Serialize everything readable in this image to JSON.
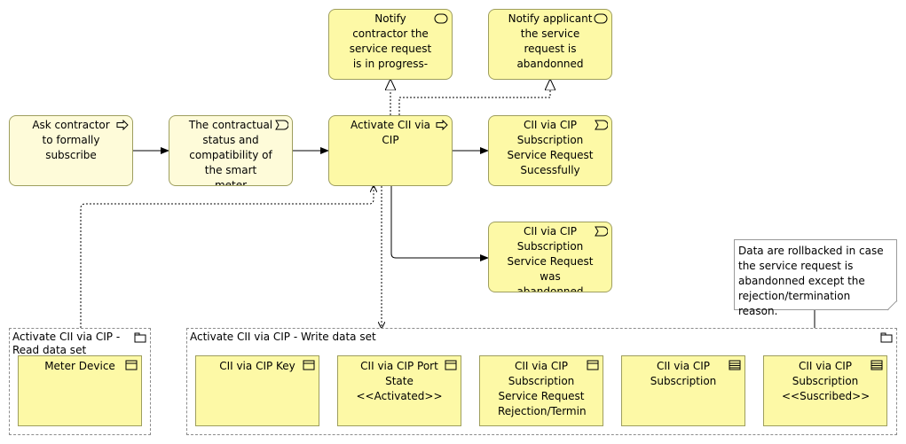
{
  "nodes": {
    "ask_contractor": "Ask contractor to formally subscribe",
    "contractual_status": "The contractual status and compatibility of the smart meter",
    "activate": "Activate CII via CIP",
    "success": "CII via CIP Subscription Service Request Sucessfully",
    "abandoned": "CII via CIP Subscription Service Request was abandonned",
    "notify_contractor": "Notify contractor the service request is in progress-",
    "notify_applicant": "Notify applicant the service request is abandonned"
  },
  "groups": {
    "read": {
      "label": "Activate CII via CIP - Read data set",
      "items": [
        "Meter Device"
      ]
    },
    "write": {
      "label": "Activate CII via CIP - Write data set",
      "items": [
        "CII via CIP Key",
        "CII via CIP Port State <<Activated>>",
        "CII via CIP Subscription Service Request Rejection/Termin",
        "CII via CIP Subscription",
        "CII via CIP Subscription <<Suscribed>>"
      ]
    }
  },
  "note": "Data are rollbacked in case the service request is abandonned except the rejection/termination reason.",
  "colors": {
    "element": "#fdf9a6",
    "element_light": "#fefbd9",
    "border": "#9e9e5e"
  }
}
